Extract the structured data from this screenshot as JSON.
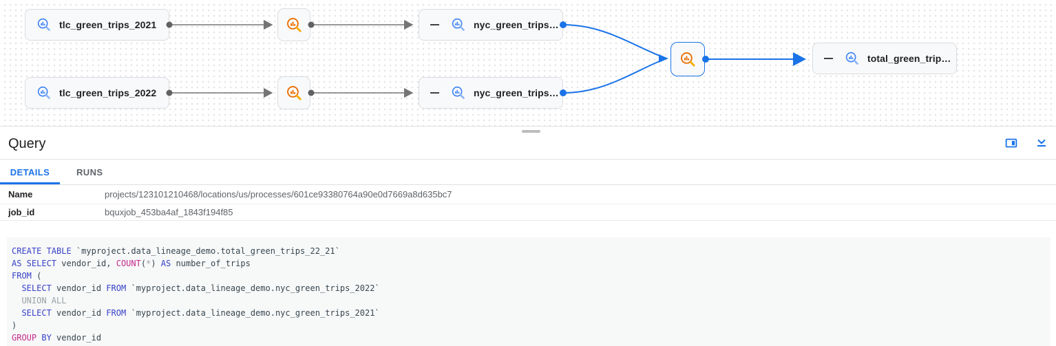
{
  "colors": {
    "accent_blue": "#1a73e8",
    "table_icon_blue": "#4285f4",
    "process_icon_orange": "#e8710a",
    "edge_gray": "#757575",
    "sql_keyword": "#3742c6",
    "sql_function": "#c6298b",
    "sql_muted": "#9aa0a6"
  },
  "icons": {
    "table_icon": "bigquery-magnifier-chart-blue",
    "process_icon": "bigquery-magnifier-chart-orange",
    "node_collapse_icon": "minus",
    "panel_dock_icon": "dock-to-right",
    "panel_collapse_icon": "collapse-panel-down"
  },
  "graph": {
    "nodes": {
      "tlc_2021": {
        "label": "tlc_green_trips_2021"
      },
      "tlc_2022": {
        "label": "tlc_green_trips_2022"
      },
      "nyc_2021": {
        "label": "nyc_green_trips…"
      },
      "nyc_2022": {
        "label": "nyc_green_trips…"
      },
      "total": {
        "label": "total_green_trip…"
      }
    }
  },
  "panel": {
    "title": "Query",
    "tabs": [
      {
        "label": "DETAILS",
        "active": true
      },
      {
        "label": "RUNS",
        "active": false
      }
    ],
    "fields": [
      {
        "label": "Name",
        "value": "projects/123101210468/locations/us/processes/601ce93380764a90e0d7669a8d635bc7"
      },
      {
        "label": "job_id",
        "value": "bquxjob_453ba4af_1843f194f85"
      }
    ],
    "sql": {
      "lines": [
        [
          {
            "c": "k",
            "t": "CREATE TABLE"
          },
          {
            "c": "p",
            "t": " `myproject.data_lineage_demo.total_green_trips_22_21`"
          }
        ],
        [
          {
            "c": "k",
            "t": "AS SELECT"
          },
          {
            "c": "p",
            "t": " vendor_id, "
          },
          {
            "c": "f",
            "t": "COUNT"
          },
          {
            "c": "p",
            "t": "("
          },
          {
            "c": "c",
            "t": "*"
          },
          {
            "c": "p",
            "t": ") "
          },
          {
            "c": "k",
            "t": "AS"
          },
          {
            "c": "p",
            "t": " number_of_trips"
          }
        ],
        [
          {
            "c": "k",
            "t": "FROM"
          },
          {
            "c": "p",
            "t": " ("
          }
        ],
        [
          {
            "c": "p",
            "t": "  "
          },
          {
            "c": "k",
            "t": "SELECT"
          },
          {
            "c": "p",
            "t": " vendor_id "
          },
          {
            "c": "k",
            "t": "FROM"
          },
          {
            "c": "p",
            "t": " `myproject.data_lineage_demo.nyc_green_trips_2022`"
          }
        ],
        [
          {
            "c": "p",
            "t": "  "
          },
          {
            "c": "c",
            "t": "UNION ALL"
          }
        ],
        [
          {
            "c": "p",
            "t": "  "
          },
          {
            "c": "k",
            "t": "SELECT"
          },
          {
            "c": "p",
            "t": " vendor_id "
          },
          {
            "c": "k",
            "t": "FROM"
          },
          {
            "c": "p",
            "t": " `myproject.data_lineage_demo.nyc_green_trips_2021`"
          }
        ],
        [
          {
            "c": "p",
            "t": ")"
          }
        ],
        [
          {
            "c": "f",
            "t": "GROUP"
          },
          {
            "c": "p",
            "t": " "
          },
          {
            "c": "k",
            "t": "BY"
          },
          {
            "c": "p",
            "t": " vendor_id"
          }
        ]
      ]
    }
  }
}
